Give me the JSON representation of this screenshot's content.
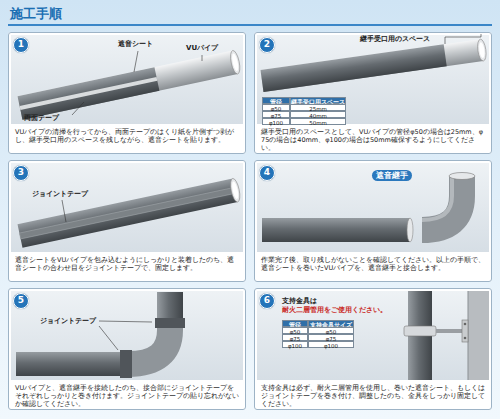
{
  "diagram": {
    "title": "施工手順",
    "nodes": [
      {
        "text": [
          "1",
          "VUパイプの清掃を行ってから、両面テープのはくり紙を片側ずつ剥がし、継手受口用のスペースを残しながら、遮音シートを貼ります。"
        ]
      },
      {
        "text": [
          "2",
          "継手受口用のスペースとして、VUパイプの管径φ50の場合は25mm、φ75の場合は40mm、φ100の場合は50mm確保するようにしてください。"
        ]
      },
      {
        "text": [
          "3",
          "遮音シートをVUパイプを包み込むようにしっかりと装着したのち、遮音シートの合わせ目をジョイントテープで、固定します。"
        ]
      },
      {
        "text": [
          "4",
          "作業完了後、取り残しがないことを確認してください。以上の手順で、遮音シートを巻いたVUパイプを、遮音継手と接合します。"
        ]
      },
      {
        "text": [
          "5",
          "VUパイプと、遮音継手を接続したのち、接合部にジョイントテープをそれぞれしっかりと巻き付けます。ジョイントテープの貼り忘れがないか確認してください。"
        ]
      },
      {
        "text": [
          "6",
          "支持金具は必ず、耐火二層管用を使用し、巻いた遮音シート、もしくはジョイントテープを巻き付け、調整したのち、金具をしっかり固定してください。"
        ]
      }
    ],
    "labels": [
      "遮音シート",
      "VUパイプ",
      "両面テープ",
      "継手受口用のスペース",
      "管径",
      "継手受口用スペース",
      "φ50",
      "25mm",
      "φ75",
      "40mm",
      "φ100",
      "50mm",
      "ジョイントテープ",
      "遮音継手",
      "ジョイントテープ",
      "支持金具は",
      "耐火二層管用をご使用ください。",
      "管径",
      "支持金具サイズ",
      "φ50",
      "φ50",
      "φ75",
      "φ75",
      "φ100",
      "φ100"
    ]
  }
}
